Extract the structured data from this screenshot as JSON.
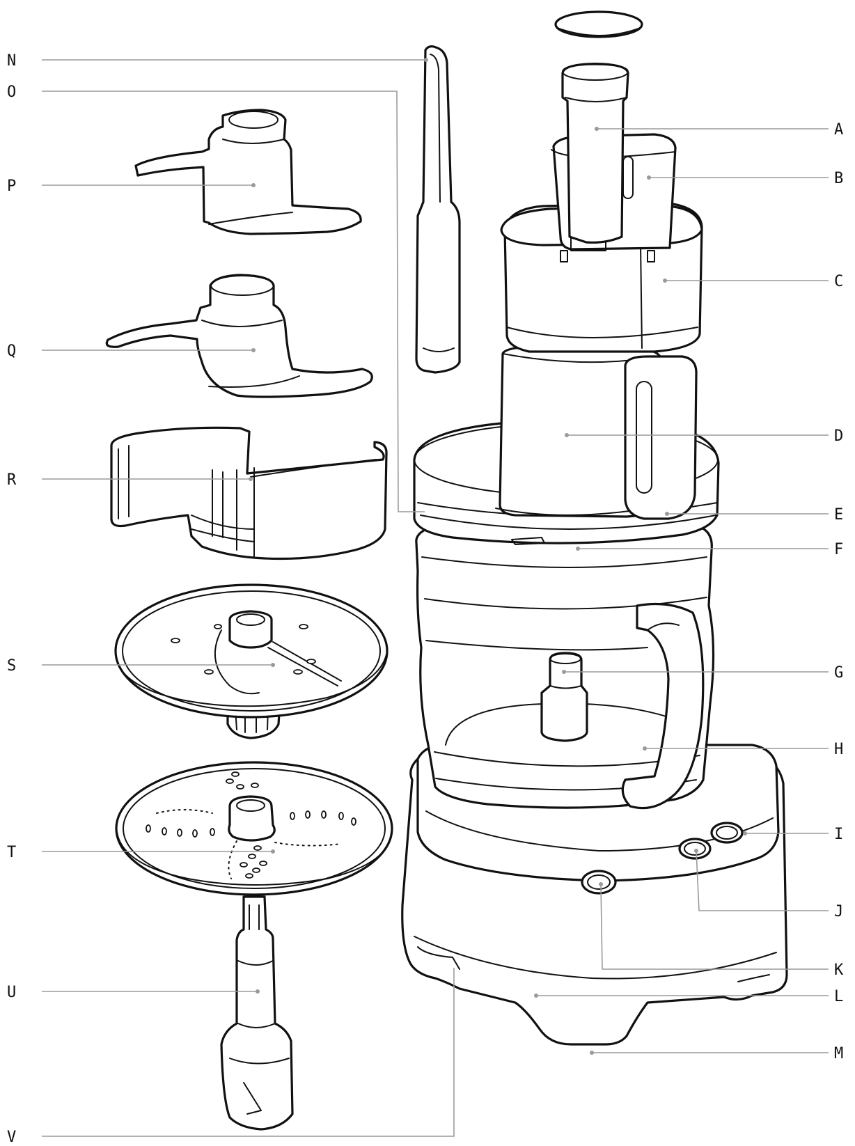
{
  "labels": {
    "A": "A",
    "B": "B",
    "C": "C",
    "D": "D",
    "E": "E",
    "F": "F",
    "G": "G",
    "H": "H",
    "I": "I",
    "J": "J",
    "K": "K",
    "L": "L",
    "M": "M",
    "N": "N",
    "O": "O",
    "P": "P",
    "Q": "Q",
    "R": "R",
    "S": "S",
    "T": "T",
    "U": "U",
    "V": "V"
  },
  "colors": {
    "line": "#111111",
    "leader": "#9a9a9a",
    "background": "#ffffff"
  }
}
